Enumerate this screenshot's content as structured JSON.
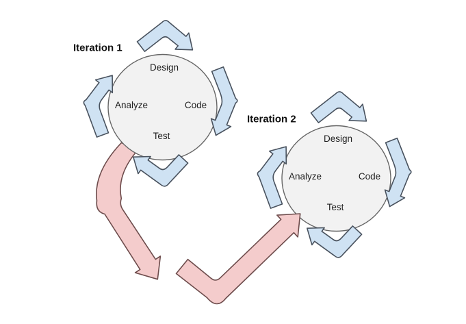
{
  "diagram": {
    "iterations": [
      {
        "title": "Iteration 1",
        "phases": [
          {
            "position": "top",
            "label": "Design"
          },
          {
            "position": "right",
            "label": "Code"
          },
          {
            "position": "bottom",
            "label": "Test"
          },
          {
            "position": "left",
            "label": "Analyze"
          }
        ]
      },
      {
        "title": "Iteration 2",
        "phases": [
          {
            "position": "top",
            "label": "Design"
          },
          {
            "position": "right",
            "label": "Code"
          },
          {
            "position": "bottom",
            "label": "Test"
          },
          {
            "position": "left",
            "label": "Analyze"
          }
        ]
      }
    ],
    "connector": {
      "from": "Iteration 1",
      "to": "Iteration 2",
      "segments": 2
    },
    "colors": {
      "background": "#ffffff",
      "cycle_arrow_fill": "#cfe2f3",
      "cycle_arrow_stroke": "#49525e",
      "connector_fill": "#f4cccc",
      "connector_stroke": "#6d4c4c",
      "circle_fill": "#f2f2f2",
      "circle_stroke": "#666666",
      "text": "#1f1f1f"
    }
  }
}
